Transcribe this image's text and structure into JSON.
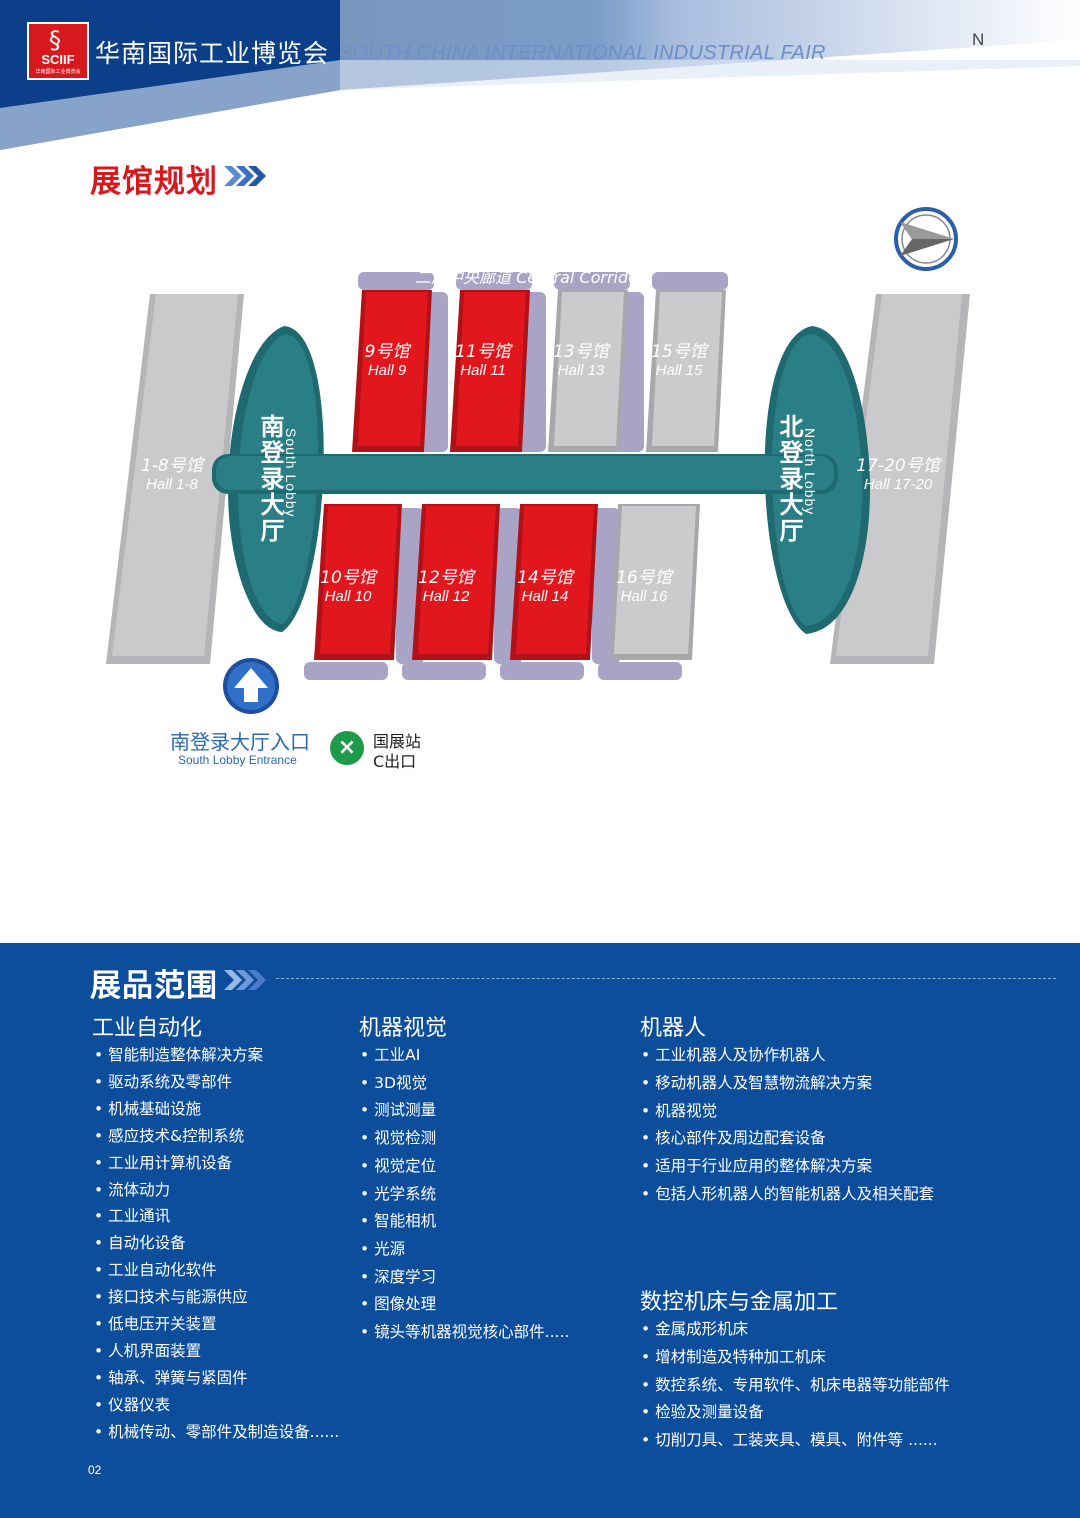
{
  "header": {
    "logo_text": "SCIIF",
    "logo_sub": "华南国际工业博览会",
    "title_cn": "华南国际工业博览会",
    "title_en": "SOUTH CHINA INTERNATIONAL INDUSTRIAL FAIR"
  },
  "hall_section": {
    "title": "展馆规划",
    "north": "N",
    "halls_top": [
      {
        "cn": "9号馆",
        "en": "Hall 9"
      },
      {
        "cn": "11号馆",
        "en": "Hall 11"
      },
      {
        "cn": "13号馆",
        "en": "Hall 13"
      },
      {
        "cn": "15号馆",
        "en": "Hall 15"
      }
    ],
    "halls_bottom": [
      {
        "cn": "10号馆",
        "en": "Hall 10"
      },
      {
        "cn": "12号馆",
        "en": "Hall 12"
      },
      {
        "cn": "14号馆",
        "en": "Hall 14"
      },
      {
        "cn": "16号馆",
        "en": "Hall 16"
      }
    ],
    "hall_left": {
      "cn": "1-8号馆",
      "en": "Hall 1-8"
    },
    "hall_right": {
      "cn": "17-20号馆",
      "en": "Hall 17-20"
    },
    "south_lobby": {
      "cn": "南登录大厅",
      "en": "South Lobby"
    },
    "north_lobby": {
      "cn": "北登录大厅",
      "en": "North Lobby"
    },
    "corridor": "二层中央廊道  Central Corridor",
    "entrance_cn": "南登录大厅入口",
    "entrance_en": "South Lobby Entrance",
    "metro_line1": "国展站",
    "metro_line2": "C出口"
  },
  "product_section": {
    "title": "展品范围",
    "categories": [
      {
        "title": "工业自动化",
        "items": [
          "智能制造整体解决方案",
          "驱动系统及零部件",
          "机械基础设施",
          "感应技术&控制系统",
          "工业用计算机设备",
          "流体动力",
          "工业通讯",
          "自动化设备",
          "工业自动化软件",
          "接口技术与能源供应",
          "低电压开关装置",
          "人机界面装置",
          "轴承、弹簧与紧固件",
          "仪器仪表",
          "机械传动、零部件及制造设备......"
        ]
      },
      {
        "title": "机器视觉",
        "items": [
          "工业AI",
          "3D视觉",
          "测试测量",
          "视觉检测",
          "视觉定位",
          "光学系统",
          "智能相机",
          "光源",
          "深度学习",
          "图像处理",
          "镜头等机器视觉核心部件....."
        ]
      },
      {
        "title": "机器人",
        "items": [
          "工业机器人及协作机器人",
          "移动机器人及智慧物流解决方案",
          "机器视觉",
          "核心部件及周边配套设备",
          "适用于行业应用的整体解决方案",
          "包括人形机器人的智能机器人及相关配套"
        ]
      },
      {
        "title": "数控机床与金属加工",
        "items": [
          "金属成形机床",
          "增材制造及特种加工机床",
          "数控系统、专用软件、机床电器等功能部件",
          "检验及测量设备",
          "切削刀具、工装夹具、模具、附件等 ......"
        ]
      }
    ]
  },
  "page_number": "02",
  "colors": {
    "red": "#d7191e",
    "blue": "#0d4e9c",
    "teal": "#2a7f86",
    "grey": "#c9c9cb"
  },
  "icons": [
    "compass-icon",
    "arrow-up-icon",
    "metro-icon",
    "chevron-right-icon"
  ]
}
